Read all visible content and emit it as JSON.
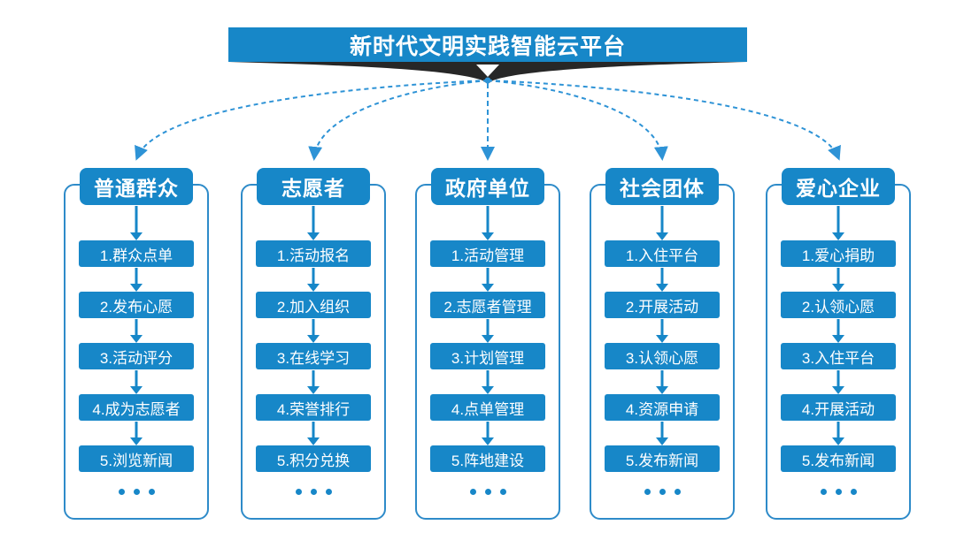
{
  "banner": {
    "title": "新时代文明实践智能云平台"
  },
  "columns": [
    {
      "header": "普通群众",
      "steps": [
        "1.群众点单",
        "2.发布心愿",
        "3.活动评分",
        "4.成为志愿者",
        "5.浏览新闻"
      ],
      "more": "• • •"
    },
    {
      "header": "志愿者",
      "steps": [
        "1.活动报名",
        "2.加入组织",
        "3.在线学习",
        "4.荣誉排行",
        "5.积分兑换"
      ],
      "more": "• • •"
    },
    {
      "header": "政府单位",
      "steps": [
        "1.活动管理",
        "2.志愿者管理",
        "3.计划管理",
        "4.点单管理",
        "5.阵地建设"
      ],
      "more": "• • •"
    },
    {
      "header": "社会团体",
      "steps": [
        "1.入住平台",
        "2.开展活动",
        "3.认领心愿",
        "4.资源申请",
        "5.发布新闻"
      ],
      "more": "• • •"
    },
    {
      "header": "爱心企业",
      "steps": [
        "1.爱心捐助",
        "2.认领心愿",
        "3.入住平台",
        "4.开展活动",
        "5.发布新闻"
      ],
      "more": "• • •"
    }
  ],
  "colors": {
    "primary_blue": "#1787c8",
    "connector_dash_blue": "#2e93d6",
    "ribbon_dark": "#272727",
    "background": "#ffffff",
    "text_on_blue": "#ffffff"
  }
}
